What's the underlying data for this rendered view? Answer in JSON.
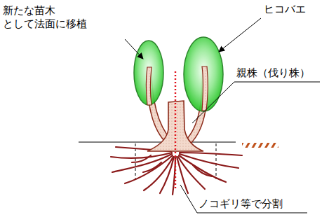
{
  "diagram": {
    "labels": [
      "新たな苗木 として法面に移植",
      "ヒコバエ",
      "親株（伐り株）",
      "ノコギリ等で分割"
    ]
  }
}
